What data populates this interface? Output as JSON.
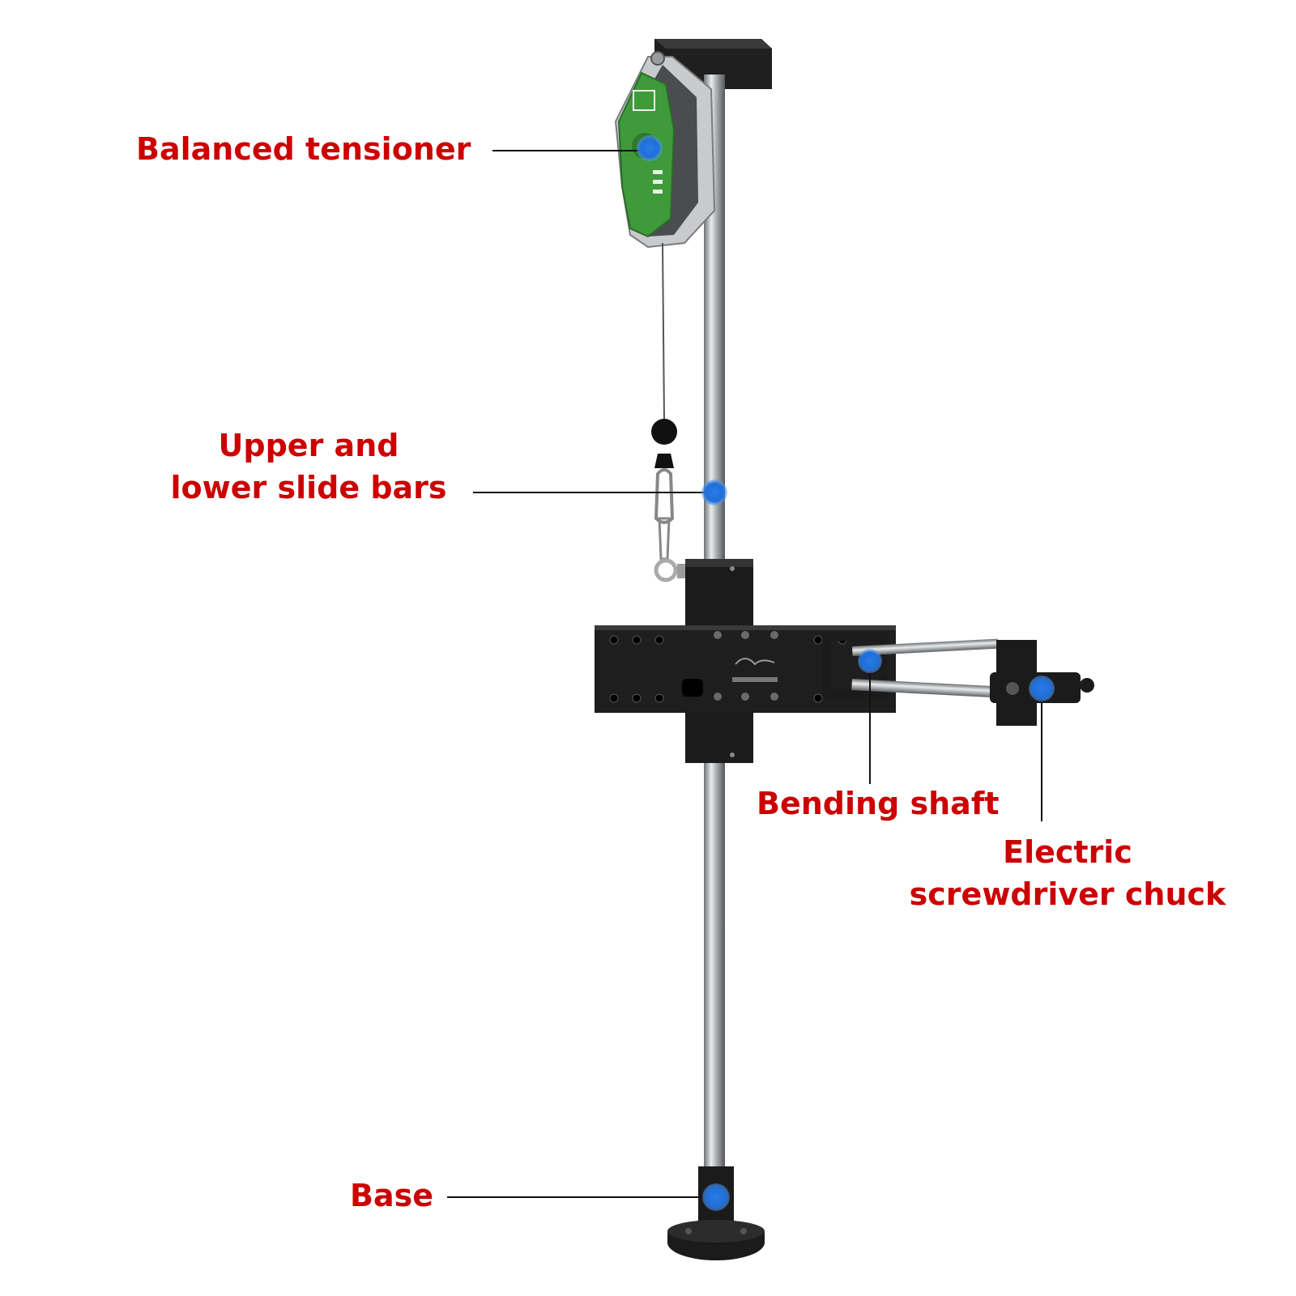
{
  "colors": {
    "label": "#cc0000",
    "leader": "#111111",
    "marker": "#1f6fd8",
    "metal": "#b9bcbf",
    "black_part": "#1b1b1b",
    "tensioner_green": "#3f9a3a"
  },
  "labels": {
    "balanced_tensioner": "Balanced tensioner",
    "slide_bars_line1": "Upper and",
    "slide_bars_line2": "lower slide bars",
    "bending_shaft": "Bending shaft",
    "chuck_line1": "Electric",
    "chuck_line2": "screwdriver chuck",
    "base": "Base"
  }
}
